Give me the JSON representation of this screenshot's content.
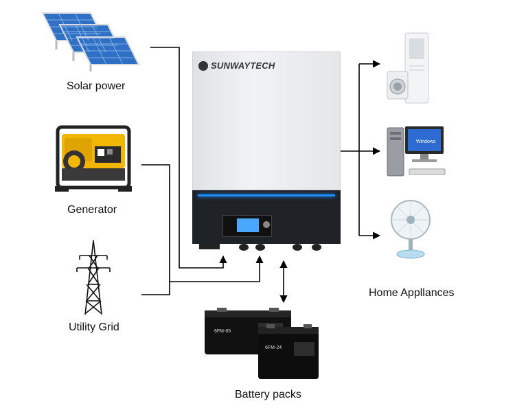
{
  "sources": {
    "solar": "Solar power",
    "generator": "Generator",
    "grid": "Utility Grid"
  },
  "inverter": {
    "brand": "SUNWAYTECH"
  },
  "battery": {
    "label": "Battery packs",
    "model_a": "6FM-65",
    "model_b": "6FM-24"
  },
  "loads": {
    "label": "Home Appllances",
    "screen_text": "Windows"
  },
  "colors": {
    "inverter_body": "#e9ebec",
    "inverter_panel": "#1f2226",
    "accent_blue": "#1a8cff",
    "solar_cell": "#2f6fc4",
    "generator_yellow": "#f2b705"
  }
}
